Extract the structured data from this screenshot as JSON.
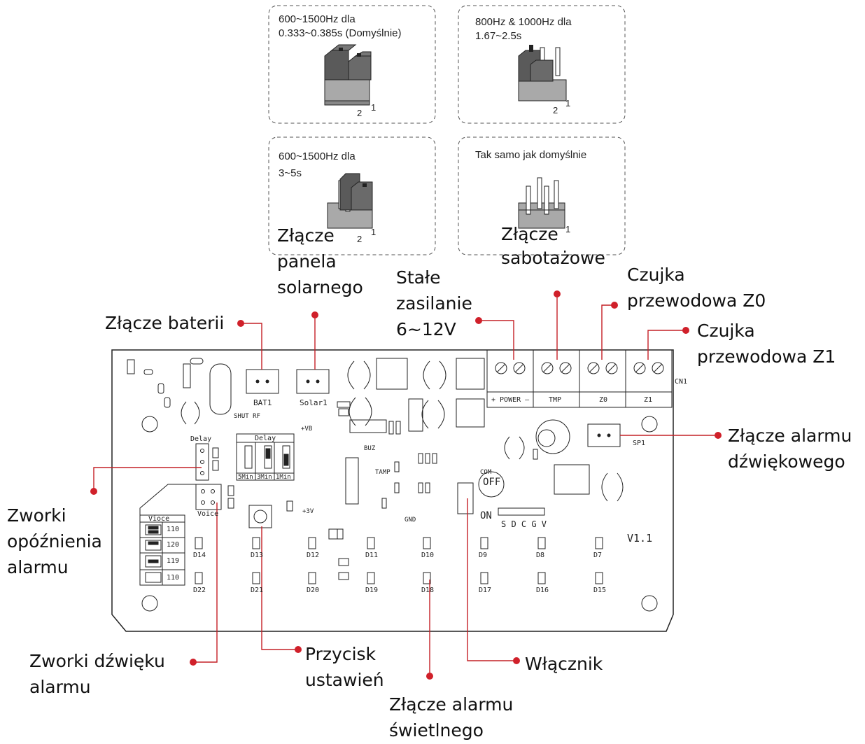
{
  "jumper_boxes": [
    {
      "caption": "600~1500Hz dla\n0.333~0.385s (Domyślnie)",
      "pin2": "2",
      "pin1": "1"
    },
    {
      "caption": "800Hz & 1000Hz dla\n1.67~2.5s",
      "pin2": "2",
      "pin1": "1"
    },
    {
      "caption": "600~1500Hz dla\n3~5s",
      "pin2": "2",
      "pin1": "1"
    },
    {
      "caption": "Tak samo jak domyślnie",
      "pin2": "",
      "pin1": "1"
    }
  ],
  "callouts": {
    "solar": "Złącze\npanela\nsolarnego",
    "tamper": "Złącze\nsabotażowe",
    "power": "Stałe\nzasilanie\n6~12V",
    "battery": "Złącze baterii",
    "z0": "Czujka\nprzewodowa Z0",
    "z1": "Czujka\nprzewodowa Z1",
    "sound_alarm": "Złącze alarmu\ndźwiękowego",
    "delay_jumpers": "Zworki\nopóźnienia\nalarmu",
    "sound_jumpers": "Zworki dźwięku\nalarmu",
    "settings_button": "Przycisk\nustawień",
    "switch": "Włącznik",
    "light_alarm": "Złącze alarmu\nświetlnego"
  },
  "board": {
    "terminal_labels": [
      "+ POWER –",
      "TMP",
      "Z0",
      "Z1"
    ],
    "cn1": "CN1",
    "bat1": "BAT1",
    "solar1": "Solar1",
    "sp1": "SP1",
    "version": "V1.1",
    "delay_title_left": "Delay",
    "delay_title_right": "Delay",
    "delay_options": [
      "5Min",
      "3Min",
      "1Min"
    ],
    "voice_title": "Voice",
    "vioce_title": "Vioce",
    "vioce_codes": [
      "110",
      "120",
      "119",
      "110"
    ],
    "switch_off": "OFF",
    "switch_on": "ON",
    "switch_com": "COM",
    "bus_label": "S D C G V",
    "shut_rf": "SHUT RF",
    "vb": "+VB",
    "v3": "+3V",
    "gnd": "GND",
    "tamp": "TAMP",
    "buz": "BUZ",
    "leds_top": [
      "D14",
      "D13",
      "D12",
      "D11",
      "D10",
      "D9",
      "D8",
      "D7"
    ],
    "leds_bottom": [
      "D22",
      "D21",
      "D20",
      "D19",
      "D18",
      "D17",
      "D16",
      "D15"
    ]
  },
  "colors": {
    "accent": "#d0202a",
    "line": "#222222",
    "jumper_dark": "#5a5a5a",
    "jumper_light": "#a9a9a9"
  }
}
